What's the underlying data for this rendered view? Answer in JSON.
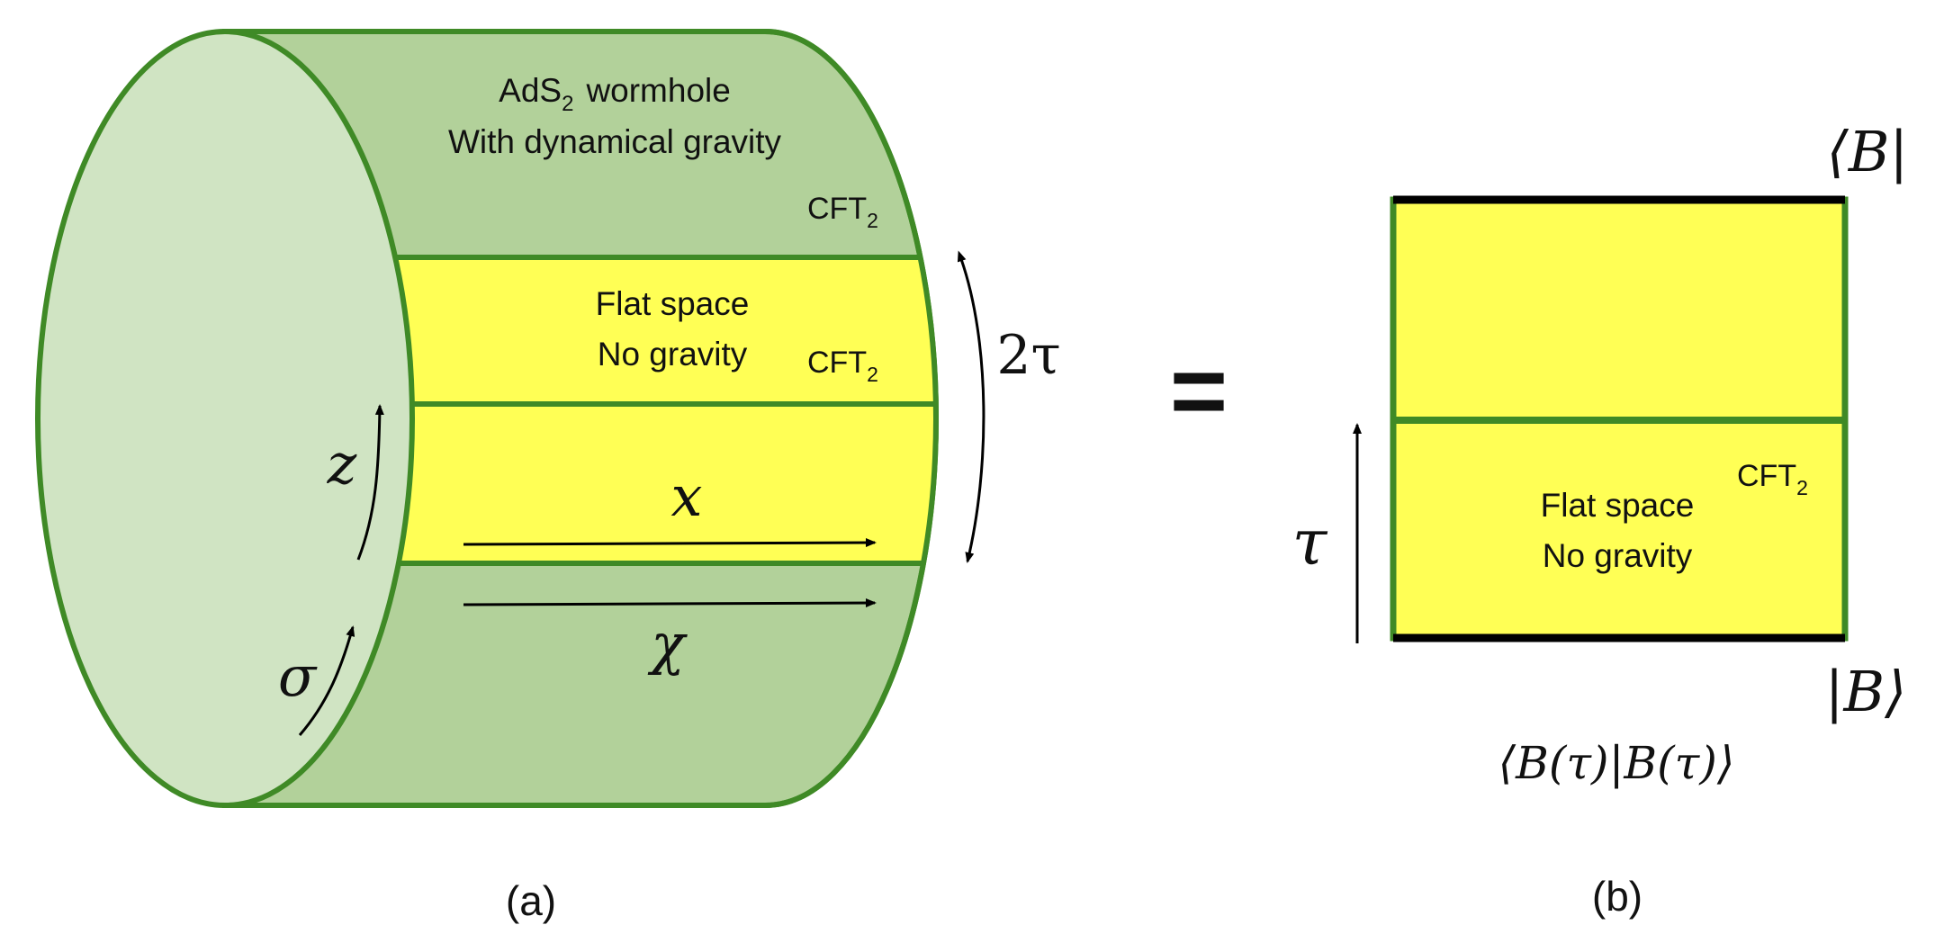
{
  "colors": {
    "outline_green": "#3f8a26",
    "wormhole_green": "#b2d19a",
    "disk_green": "#d0e4c3",
    "flat_yellow": "#ffff55",
    "boundary_black": "#000000"
  },
  "panel_a": {
    "wormhole_label_prefix": "AdS",
    "wormhole_label_sub": "2",
    "wormhole_label_suffix": "wormhole",
    "wormhole_label_line2": "With dynamical gravity",
    "cft_upper_prefix": "CFT",
    "cft_upper_sub": "2",
    "flat_line1": "Flat space",
    "flat_line2": "No gravity",
    "cft_mid_prefix": "CFT",
    "cft_mid_sub": "2",
    "z_label": "z",
    "sigma_label": "σ",
    "x_label": "x",
    "chi_label": "χ",
    "two_tau_label": "2τ",
    "caption": "(a)"
  },
  "equals_sign": "=",
  "panel_b": {
    "bra_label": "⟨B|",
    "ket_label": "|B⟩",
    "tau_label": "τ",
    "cft_prefix": "CFT",
    "cft_sub": "2",
    "flat_line1": "Flat space",
    "flat_line2": "No gravity",
    "overlap_label": "⟨B(τ)|B(τ)⟩",
    "caption": "(b)"
  }
}
